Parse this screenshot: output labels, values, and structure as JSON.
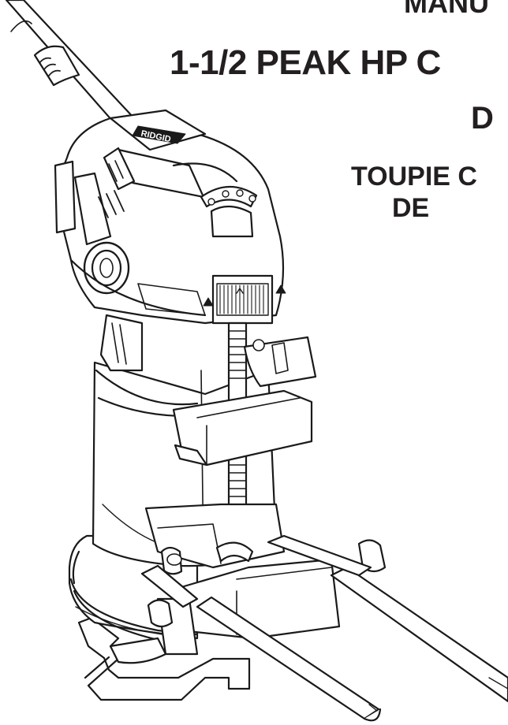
{
  "cover": {
    "manual_title_fragment": "MANU",
    "model_title": "1-1/2 PEAK HP C",
    "title_line_2": "D",
    "french_title_line_1": "TOUPIE C",
    "french_title_line_2": "DE",
    "brand_mark": "RIDGID"
  },
  "illustration": {
    "subject": "compact-router-with-edge-guide",
    "depth_adjust_icon": "depth-arrow-icon"
  }
}
